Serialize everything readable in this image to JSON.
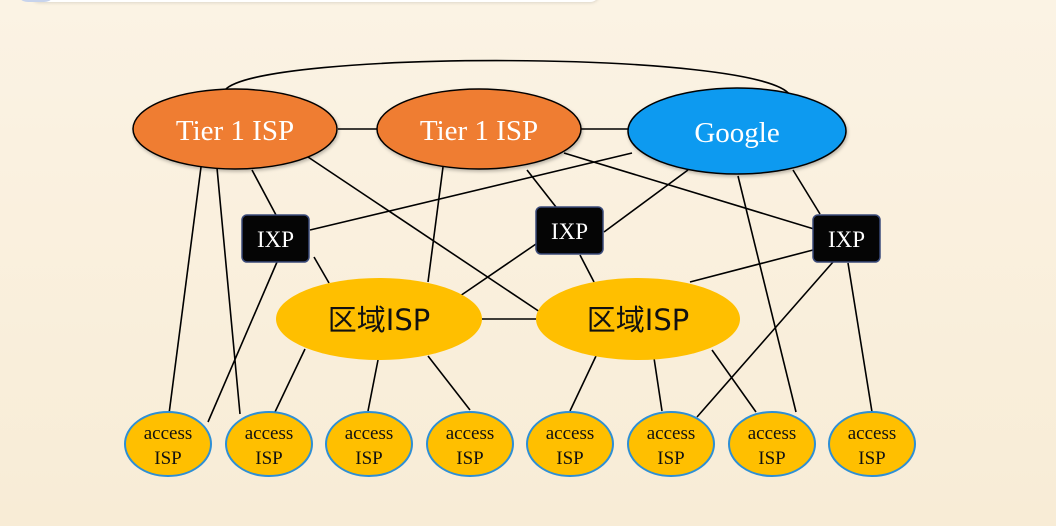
{
  "colors": {
    "tier1": "#ef7d32",
    "google": "#0f9af0",
    "regional": "#ffbf00",
    "access": "#ffbf00",
    "access_stroke": "#2d8fd6",
    "ixp": "#050505",
    "ixp_stroke": "#3a4a7a",
    "link": "#000000"
  },
  "nodes": {
    "tier1_a": "Tier 1 ISP",
    "tier1_b": "Tier 1 ISP",
    "google": "Google",
    "ixp_left": "IXP",
    "ixp_mid": "IXP",
    "ixp_right": "IXP",
    "regional_a": "区域ISP",
    "regional_b": "区域ISP",
    "access_line1": "access",
    "access_line2": "ISP"
  }
}
